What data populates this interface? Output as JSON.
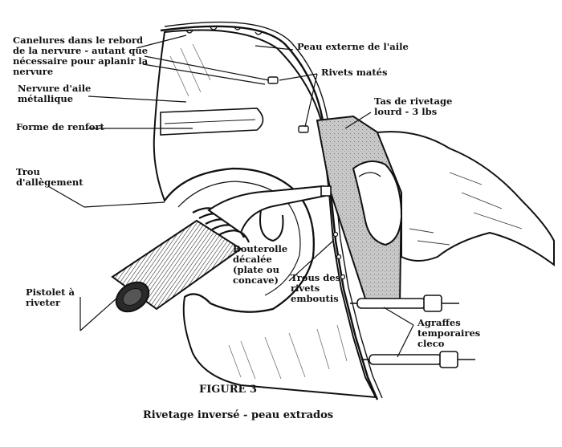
{
  "figure": {
    "number_label": "FIGURE 3",
    "caption": "Rivetage inversé - peau extrados"
  },
  "labels": {
    "canelures": "Canelures dans le rebord\nde la nervure - autant que\nnécessaire pour aplanir la\nnervure",
    "peau_externe": "Peau externe de l'aile",
    "nervure": "Nervure d'aile\nmétallique",
    "rivets_mates": "Rivets matés",
    "forme_renfort": "Forme de renfort",
    "tas_rivetage": "Tas de rivetage\nlourd - 3 lbs",
    "trou_allegement": "Trou\nd'allègement",
    "bouterolle": "Bouterolle\ndécalée\n(plate ou\nconcave)",
    "trous_rivets": "Trous des\nrivets\nemboutis",
    "pistolet": "Pistolet à\nriveter",
    "agraffes": "Agraffes\ntemporaires\ncleco"
  },
  "colors": {
    "ink": "#111111",
    "bucking_bar": "#b8b8b8",
    "gun_body": "#3a3a3a"
  }
}
